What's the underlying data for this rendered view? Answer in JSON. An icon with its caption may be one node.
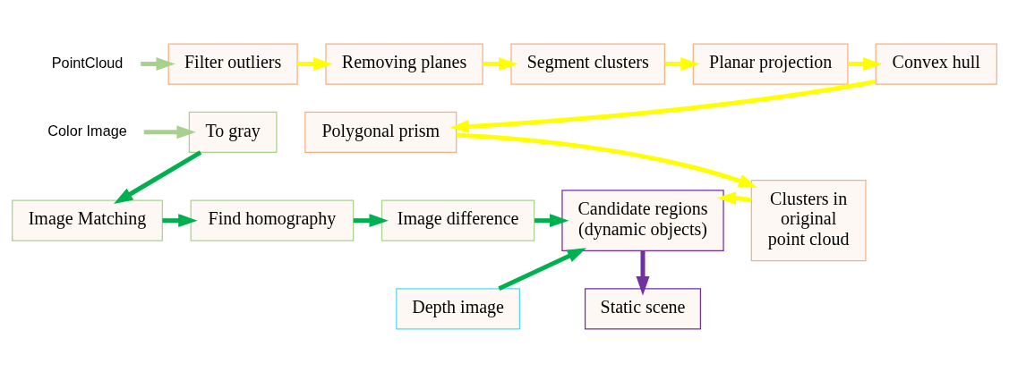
{
  "diagram": {
    "nodes": [
      {
        "text": [
          "PointCloud"
        ]
      },
      {
        "text": [
          "Filter outliers"
        ]
      },
      {
        "text": [
          "Removing planes"
        ]
      },
      {
        "text": [
          "Segment clusters"
        ]
      },
      {
        "text": [
          "Planar projection"
        ]
      },
      {
        "text": [
          "Convex hull"
        ]
      },
      {
        "text": [
          "Color Image"
        ]
      },
      {
        "text": [
          "To gray"
        ]
      },
      {
        "text": [
          "Polygonal prism"
        ]
      },
      {
        "text": [
          "Image Matching"
        ]
      },
      {
        "text": [
          "Find homography"
        ]
      },
      {
        "text": [
          "Image difference"
        ]
      },
      {
        "text": [
          "Candidate regions (dynamic objects)"
        ]
      },
      {
        "text": [
          "Clusters in original point cloud"
        ]
      },
      {
        "text": [
          "Depth image"
        ]
      },
      {
        "text": [
          "Static scene"
        ]
      }
    ],
    "edges": [
      {
        "from": 0,
        "to": 1,
        "arrow": "to",
        "color": "#a9d18e"
      },
      {
        "from": 1,
        "to": 2,
        "arrow": "to"
      },
      {
        "from": 2,
        "to": 3,
        "arrow": "to"
      },
      {
        "from": 3,
        "to": 4,
        "arrow": "to"
      },
      {
        "from": 4,
        "to": 5,
        "arrow": "to"
      },
      {
        "from": 5,
        "to": 8,
        "arrow": "to"
      },
      {
        "from": 8,
        "to": 13,
        "arrow": "to"
      },
      {
        "from": 13,
        "to": 12,
        "arrow": "to"
      },
      {
        "from": 6,
        "to": 7,
        "arrow": "to",
        "color": "#a9d18e"
      },
      {
        "from": 7,
        "to": 9,
        "arrow": "to",
        "color": "#00b050"
      },
      {
        "from": 9,
        "to": 10,
        "arrow": "to",
        "color": "#00b050"
      },
      {
        "from": 10,
        "to": 11,
        "arrow": "to",
        "color": "#00b050"
      },
      {
        "from": 11,
        "to": 12,
        "arrow": "to",
        "color": "#00b050"
      },
      {
        "from": 14,
        "to": 12,
        "arrow": "to",
        "color": "#00b050"
      },
      {
        "from": 12,
        "to": 15,
        "arrow": "to",
        "color": "#7030a0"
      }
    ]
  }
}
